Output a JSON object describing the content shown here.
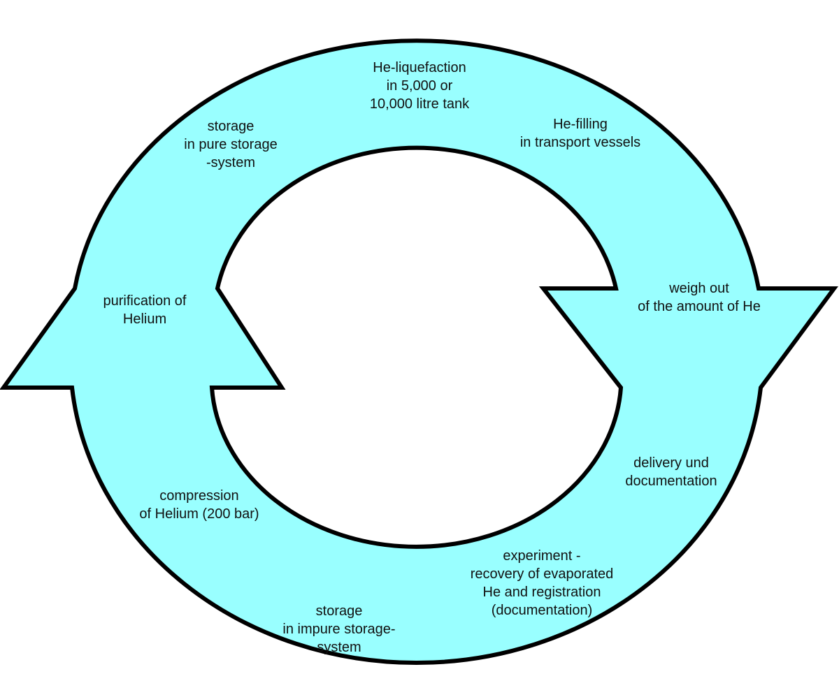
{
  "colors": {
    "ring_fill": "#99ffff",
    "ring_stroke": "#000000",
    "text": "#111111",
    "background": "#ffffff"
  },
  "steps": [
    {
      "id": "he-liquefaction",
      "lines": [
        "He-liquefaction",
        "in 5,000 or",
        "10,000 litre tank"
      ]
    },
    {
      "id": "he-filling",
      "lines": [
        "He-filling",
        "in transport vessels"
      ]
    },
    {
      "id": "weigh-out",
      "lines": [
        "weigh out",
        "of the amount of He"
      ]
    },
    {
      "id": "delivery",
      "lines": [
        "delivery und",
        "documentation"
      ]
    },
    {
      "id": "experiment",
      "lines": [
        "experiment -",
        "recovery of evaporated",
        "He and registration",
        "(documentation)"
      ]
    },
    {
      "id": "storage-impure",
      "lines": [
        "storage",
        "in impure storage-",
        "system"
      ]
    },
    {
      "id": "compression",
      "lines": [
        "compression",
        "of Helium (200 bar)"
      ]
    },
    {
      "id": "purification",
      "lines": [
        "purification of",
        "Helium"
      ]
    },
    {
      "id": "storage-pure",
      "lines": [
        "storage",
        "in pure storage",
        "-system"
      ]
    }
  ]
}
